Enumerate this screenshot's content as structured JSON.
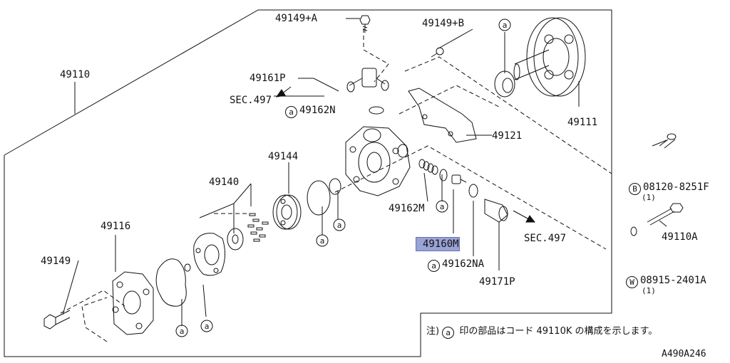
{
  "parts": {
    "p49149_a": "49149+A",
    "p49149_b": "49149+B",
    "p49110": "49110",
    "p49161p": "49161P",
    "sec497_top": "SEC.497",
    "p49162n": "49162N",
    "p49111": "49111",
    "p49121": "49121",
    "p49144": "49144",
    "p49140": "49140",
    "p49116": "49116",
    "p49149": "49149",
    "p49162m": "49162M",
    "p49160m": "49160M",
    "sec497_right": "SEC.497",
    "p49162na": "49162NA",
    "p49171p": "49171P",
    "p08120": "08120-8251F",
    "p08120_qty": "(1)",
    "p08120_prefix": "B",
    "p49110a": "49110A",
    "p08915": "08915-2401A",
    "p08915_qty": "(1)",
    "p08915_prefix": "W"
  },
  "marker": "a",
  "note": {
    "prefix": "注)",
    "marker": "a",
    "text": "印の部品はコード 49110K の構成を示します。"
  },
  "diagram_code": "A490A246",
  "highlight_color": "#9aa3d6"
}
